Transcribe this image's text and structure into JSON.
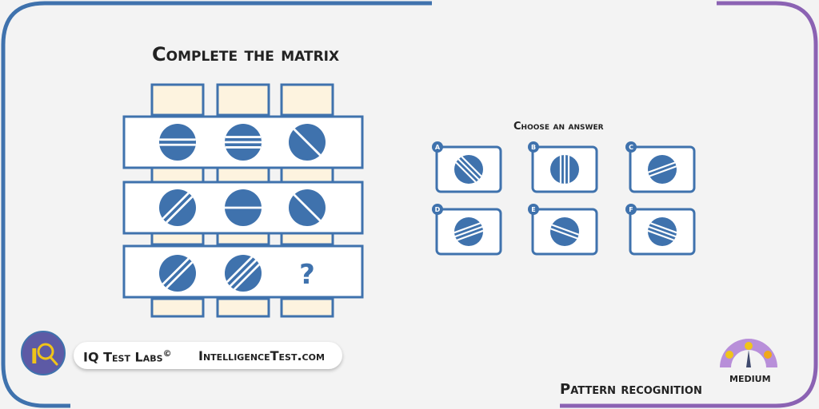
{
  "title": "Complete the matrix",
  "answer_prompt": "Choose an answer",
  "matrix": {
    "rows": [
      [
        {
          "pattern": "double-horizontal"
        },
        {
          "pattern": "triple-horizontal"
        },
        {
          "pattern": "single-diagonal"
        }
      ],
      [
        {
          "pattern": "double-diagonal"
        },
        {
          "pattern": "single-horizontal"
        },
        {
          "pattern": "single-diagonal"
        }
      ],
      [
        {
          "pattern": "double-diagonal"
        },
        {
          "pattern": "triple-diagonal"
        },
        {
          "pattern": "missing"
        }
      ]
    ],
    "missing_symbol": "?"
  },
  "answers": [
    {
      "label": "A",
      "pattern": "triple-diagonal-down"
    },
    {
      "label": "B",
      "pattern": "triple-vertical"
    },
    {
      "label": "C",
      "pattern": "double-diagonal-up-shallow"
    },
    {
      "label": "D",
      "pattern": "triple-diagonal-up-shallow"
    },
    {
      "label": "E",
      "pattern": "double-diagonal-down-shallow"
    },
    {
      "label": "F",
      "pattern": "triple-diagonal-down-shallow"
    }
  ],
  "brand": {
    "name": "IQ Test Labs",
    "copyright": "©",
    "site": "IntelligenceTest.com"
  },
  "category": "Pattern recognition",
  "difficulty": "MEDIUM",
  "colors": {
    "accent_blue": "#3f72ad",
    "frame_purple": "#8b62b3",
    "tab_fill": "#fdf3df",
    "logo_bg": "#5d5aa5",
    "gauge_purple": "#b88fd9"
  }
}
